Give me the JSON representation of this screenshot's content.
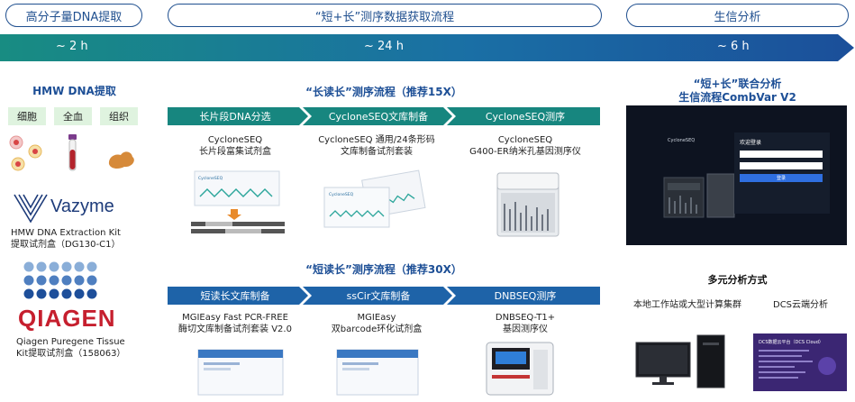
{
  "stages": {
    "dna": "高分子量DNA提取",
    "seq": "“短+长”测序数据获取流程",
    "bio": "生信分析"
  },
  "timeline": {
    "t1": "~ 2 h",
    "t2": "~ 24 h",
    "t3": "~ 6 h"
  },
  "dna_section": {
    "title": "HMW DNA提取",
    "samples": [
      "细胞",
      "全血",
      "组织"
    ],
    "vazyme_logo": "Vazyme",
    "vazyme_kit": [
      "HMW DNA Extraction Kit",
      "提取试剂盒（DG130-C1）"
    ],
    "qiagen_logo": "QIAGEN",
    "qiagen_kit": [
      "Qiagen Puregene Tissue",
      "Kit提取试剂盒（158063）"
    ]
  },
  "long_flow": {
    "title": "“长读长”测序流程（推荐15X）",
    "steps": [
      "长片段DNA分选",
      "CycloneSEQ文库制备",
      "CycloneSEQ测序"
    ],
    "products": [
      [
        "CycloneSEQ",
        "长片段富集试剂盒"
      ],
      [
        "CycloneSEQ 通用/24条形码",
        "文库制备试剂套装"
      ],
      [
        "CycloneSEQ",
        "G400-ER纳米孔基因测序仪"
      ]
    ],
    "box_brand": "CycloneSEQ"
  },
  "short_flow": {
    "title": "“短读长”测序流程（推荐30X）",
    "steps": [
      "短读长文库制备",
      "ssCir文库制备",
      "DNBSEQ测序"
    ],
    "products": [
      [
        "MGIEasy Fast PCR-FREE",
        "酶切文库制备试剂套装 V2.0"
      ],
      [
        "MGIEasy",
        "双barcode环化试剂盒"
      ],
      [
        "DNBSEQ-T1+",
        "基因测序仪"
      ]
    ]
  },
  "bio_section": {
    "title_line1": "“短+长”联合分析",
    "title_line2": "生信流程CombVar V2",
    "screen_brand": "CycloneSEQ",
    "login_title": "欢迎登录",
    "login_button": "登录",
    "multi_title": "多元分析方式",
    "options": [
      "本地工作站或大型计算集群",
      "DCS云端分析"
    ],
    "dcs_screen_title": "DCS数据云平台（DCS Cloud）"
  },
  "colors": {
    "teal": "#17867f",
    "blue": "#1e63a8",
    "navy": "#1d4f96",
    "sample_bg": "#dff3df"
  }
}
